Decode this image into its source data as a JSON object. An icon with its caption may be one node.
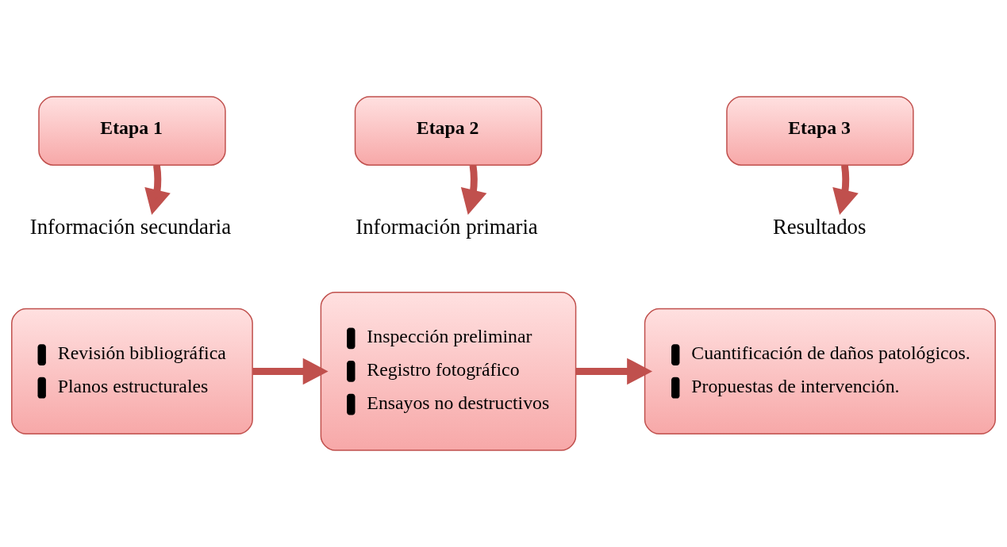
{
  "diagram": {
    "nodes": [
      {
        "text": [
          "Etapa 1"
        ]
      },
      {
        "text": [
          "Etapa 2"
        ]
      },
      {
        "text": [
          "Etapa 3"
        ]
      },
      {
        "text": [
          "Información secundaria"
        ]
      },
      {
        "text": [
          "Información primaria"
        ]
      },
      {
        "text": [
          "Resultados"
        ]
      },
      {
        "text": [
          "Revisión bibliográfica",
          "Planos estructurales"
        ]
      },
      {
        "text": [
          "Inspección preliminar",
          "Registro fotográfico",
          "Ensayos no destructivos"
        ]
      },
      {
        "text": [
          "Cuantificación de daños patológicos.",
          "Propuestas de intervención."
        ]
      }
    ],
    "edges": [
      {
        "from": 0,
        "to": 3,
        "arrow": "to"
      },
      {
        "from": 1,
        "to": 4,
        "arrow": "to"
      },
      {
        "from": 2,
        "to": 5,
        "arrow": "to"
      },
      {
        "from": 6,
        "to": 7,
        "arrow": "to"
      },
      {
        "from": 7,
        "to": 8,
        "arrow": "to"
      }
    ]
  }
}
